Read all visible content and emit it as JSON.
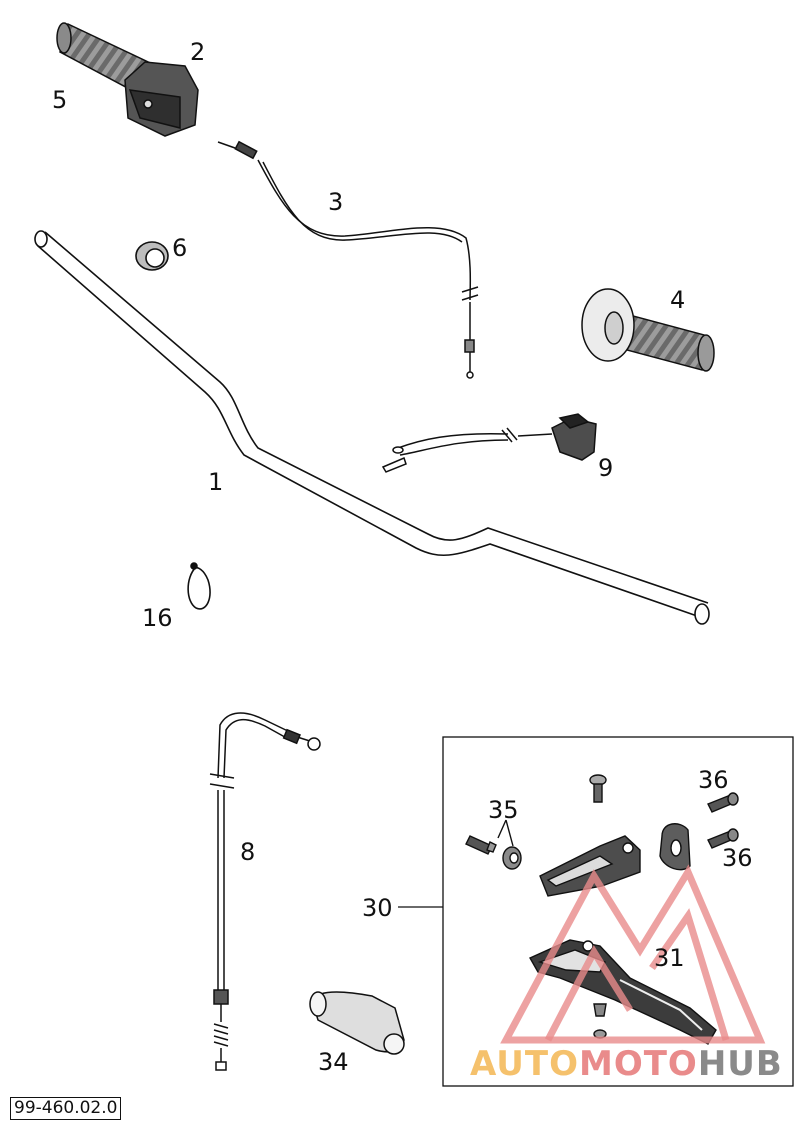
{
  "document": {
    "code": "99-460.02.0"
  },
  "watermark": {
    "part1": "AUTO",
    "part2": "MOTO",
    "part3": "HUB",
    "color_primary": "#e98b8b",
    "color_secondary": "#f5c16c",
    "color_tertiary": "#8a8a8a"
  },
  "callouts": {
    "c1": "1",
    "c2": "2",
    "c3": "3",
    "c4": "4",
    "c5": "5",
    "c6": "6",
    "c8": "8",
    "c9": "9",
    "c16": "16",
    "c30": "30",
    "c31": "31",
    "c34": "34",
    "c35": "35",
    "c36a": "36",
    "c36b": "36"
  }
}
